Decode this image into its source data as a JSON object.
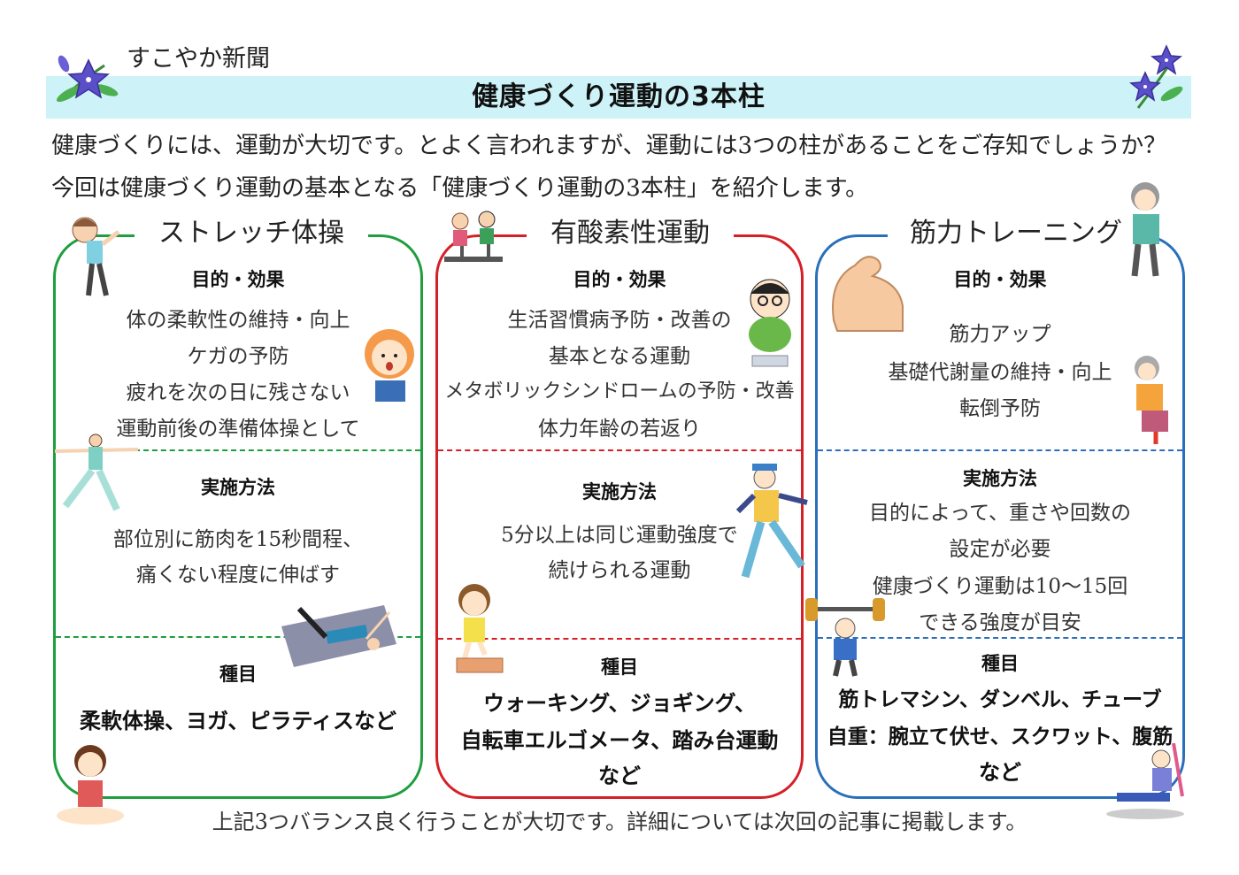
{
  "header": {
    "newspaper_name": "すこやか新聞",
    "title": "健康づくり運動の3本柱"
  },
  "intro": {
    "line1": "健康づくりには、運動が大切です。とよく言われますが、運動には3つの柱があることをご存知でしょうか？",
    "line2": "今回は健康づくり運動の基本となる「健康づくり運動の3本柱」を紹介します。"
  },
  "columns": [
    {
      "heading": "ストレッチ体操",
      "color": "#1e9e3e",
      "purpose_label": "目的・効果",
      "purpose_lines": [
        "体の柔軟性の維持・向上",
        "ケガの予防",
        "疲れを次の日に残さない",
        "運動前後の準備体操として"
      ],
      "method_label": "実施方法",
      "method_lines": [
        "部位別に筋肉を15秒間程、",
        "痛くない程度に伸ばす"
      ],
      "items_label": "種目",
      "items_lines": [
        "柔軟体操、ヨガ、ピラティスなど"
      ]
    },
    {
      "heading": "有酸素性運動",
      "color": "#d61f26",
      "purpose_label": "目的・効果",
      "purpose_lines": [
        "生活習慣病予防・改善の",
        "基本となる運動",
        "メタボリックシンドロームの予防・改善",
        "体力年齢の若返り"
      ],
      "method_label": "実施方法",
      "method_lines": [
        "5分以上は同じ運動強度で",
        "続けられる運動"
      ],
      "items_label": "種目",
      "items_lines": [
        "ウォーキング、ジョギング、",
        "自転車エルゴメータ、踏み台運動",
        "など"
      ]
    },
    {
      "heading": "筋力トレーニング",
      "color": "#2a6fba",
      "purpose_label": "目的・効果",
      "purpose_lines": [
        "筋力アップ",
        "基礎代謝量の維持・向上",
        "転倒予防"
      ],
      "method_label": "実施方法",
      "method_lines": [
        "目的によって、重さや回数の",
        "設定が必要",
        "健康づくり運動は10〜15回",
        "できる強度が目安"
      ],
      "items_label": "種目",
      "items_lines": [
        "筋トレマシン、ダンベル、チューブ",
        "自重：腕立て伏せ、スクワット、腹筋",
        "など"
      ]
    }
  ],
  "footer": "上記3つバランス良く行うことが大切です。詳細については次回の記事に掲載します。"
}
